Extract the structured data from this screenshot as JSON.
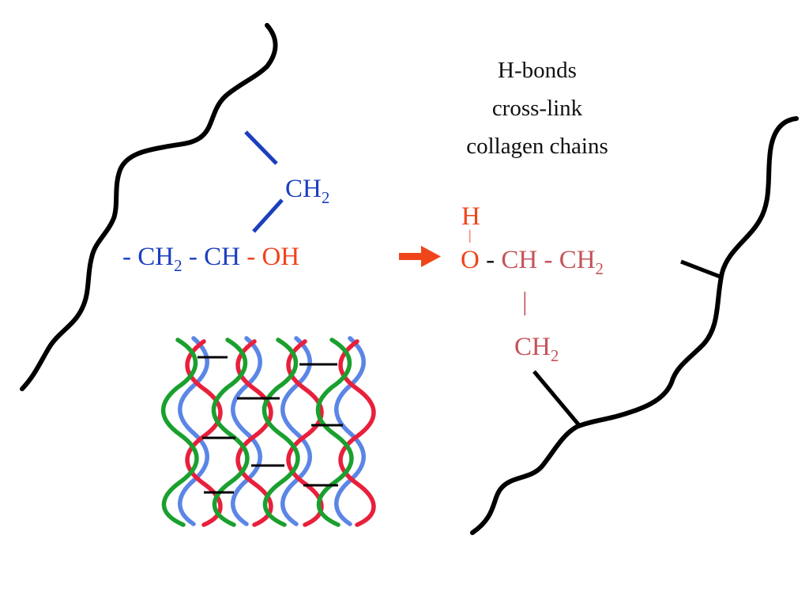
{
  "caption": {
    "line1": "H-bonds",
    "line2": "cross-link",
    "line3": "collagen chains"
  },
  "left_molecule": {
    "branch_ch": "CH",
    "branch_sub": "2",
    "dash1": "-",
    "ch2_main": "CH",
    "ch2_sub": "2",
    "dash2": "-",
    "ch": "CH",
    "dash3": "-",
    "oh": "OH"
  },
  "right_molecule": {
    "h": "H",
    "bond_vertical": "|",
    "o": "O",
    "dash1": "-",
    "ch": "CH",
    "dash2": "-",
    "ch2_main": "CH",
    "ch2_sub": "2",
    "bond_down": "|",
    "branch_ch": "CH",
    "branch_sub": "2"
  },
  "colors": {
    "backbone": "#000000",
    "left_group": "#1c3fbf",
    "hydroxyl": "#f0441a",
    "right_group": "#c4545a",
    "helix_red": "#e8203c",
    "helix_green": "#1aa02e",
    "helix_blue": "#5b86e6"
  },
  "icons": {
    "reaction_arrow": "right-arrow-icon",
    "collagen_helices": "triple-helix-illustration"
  }
}
